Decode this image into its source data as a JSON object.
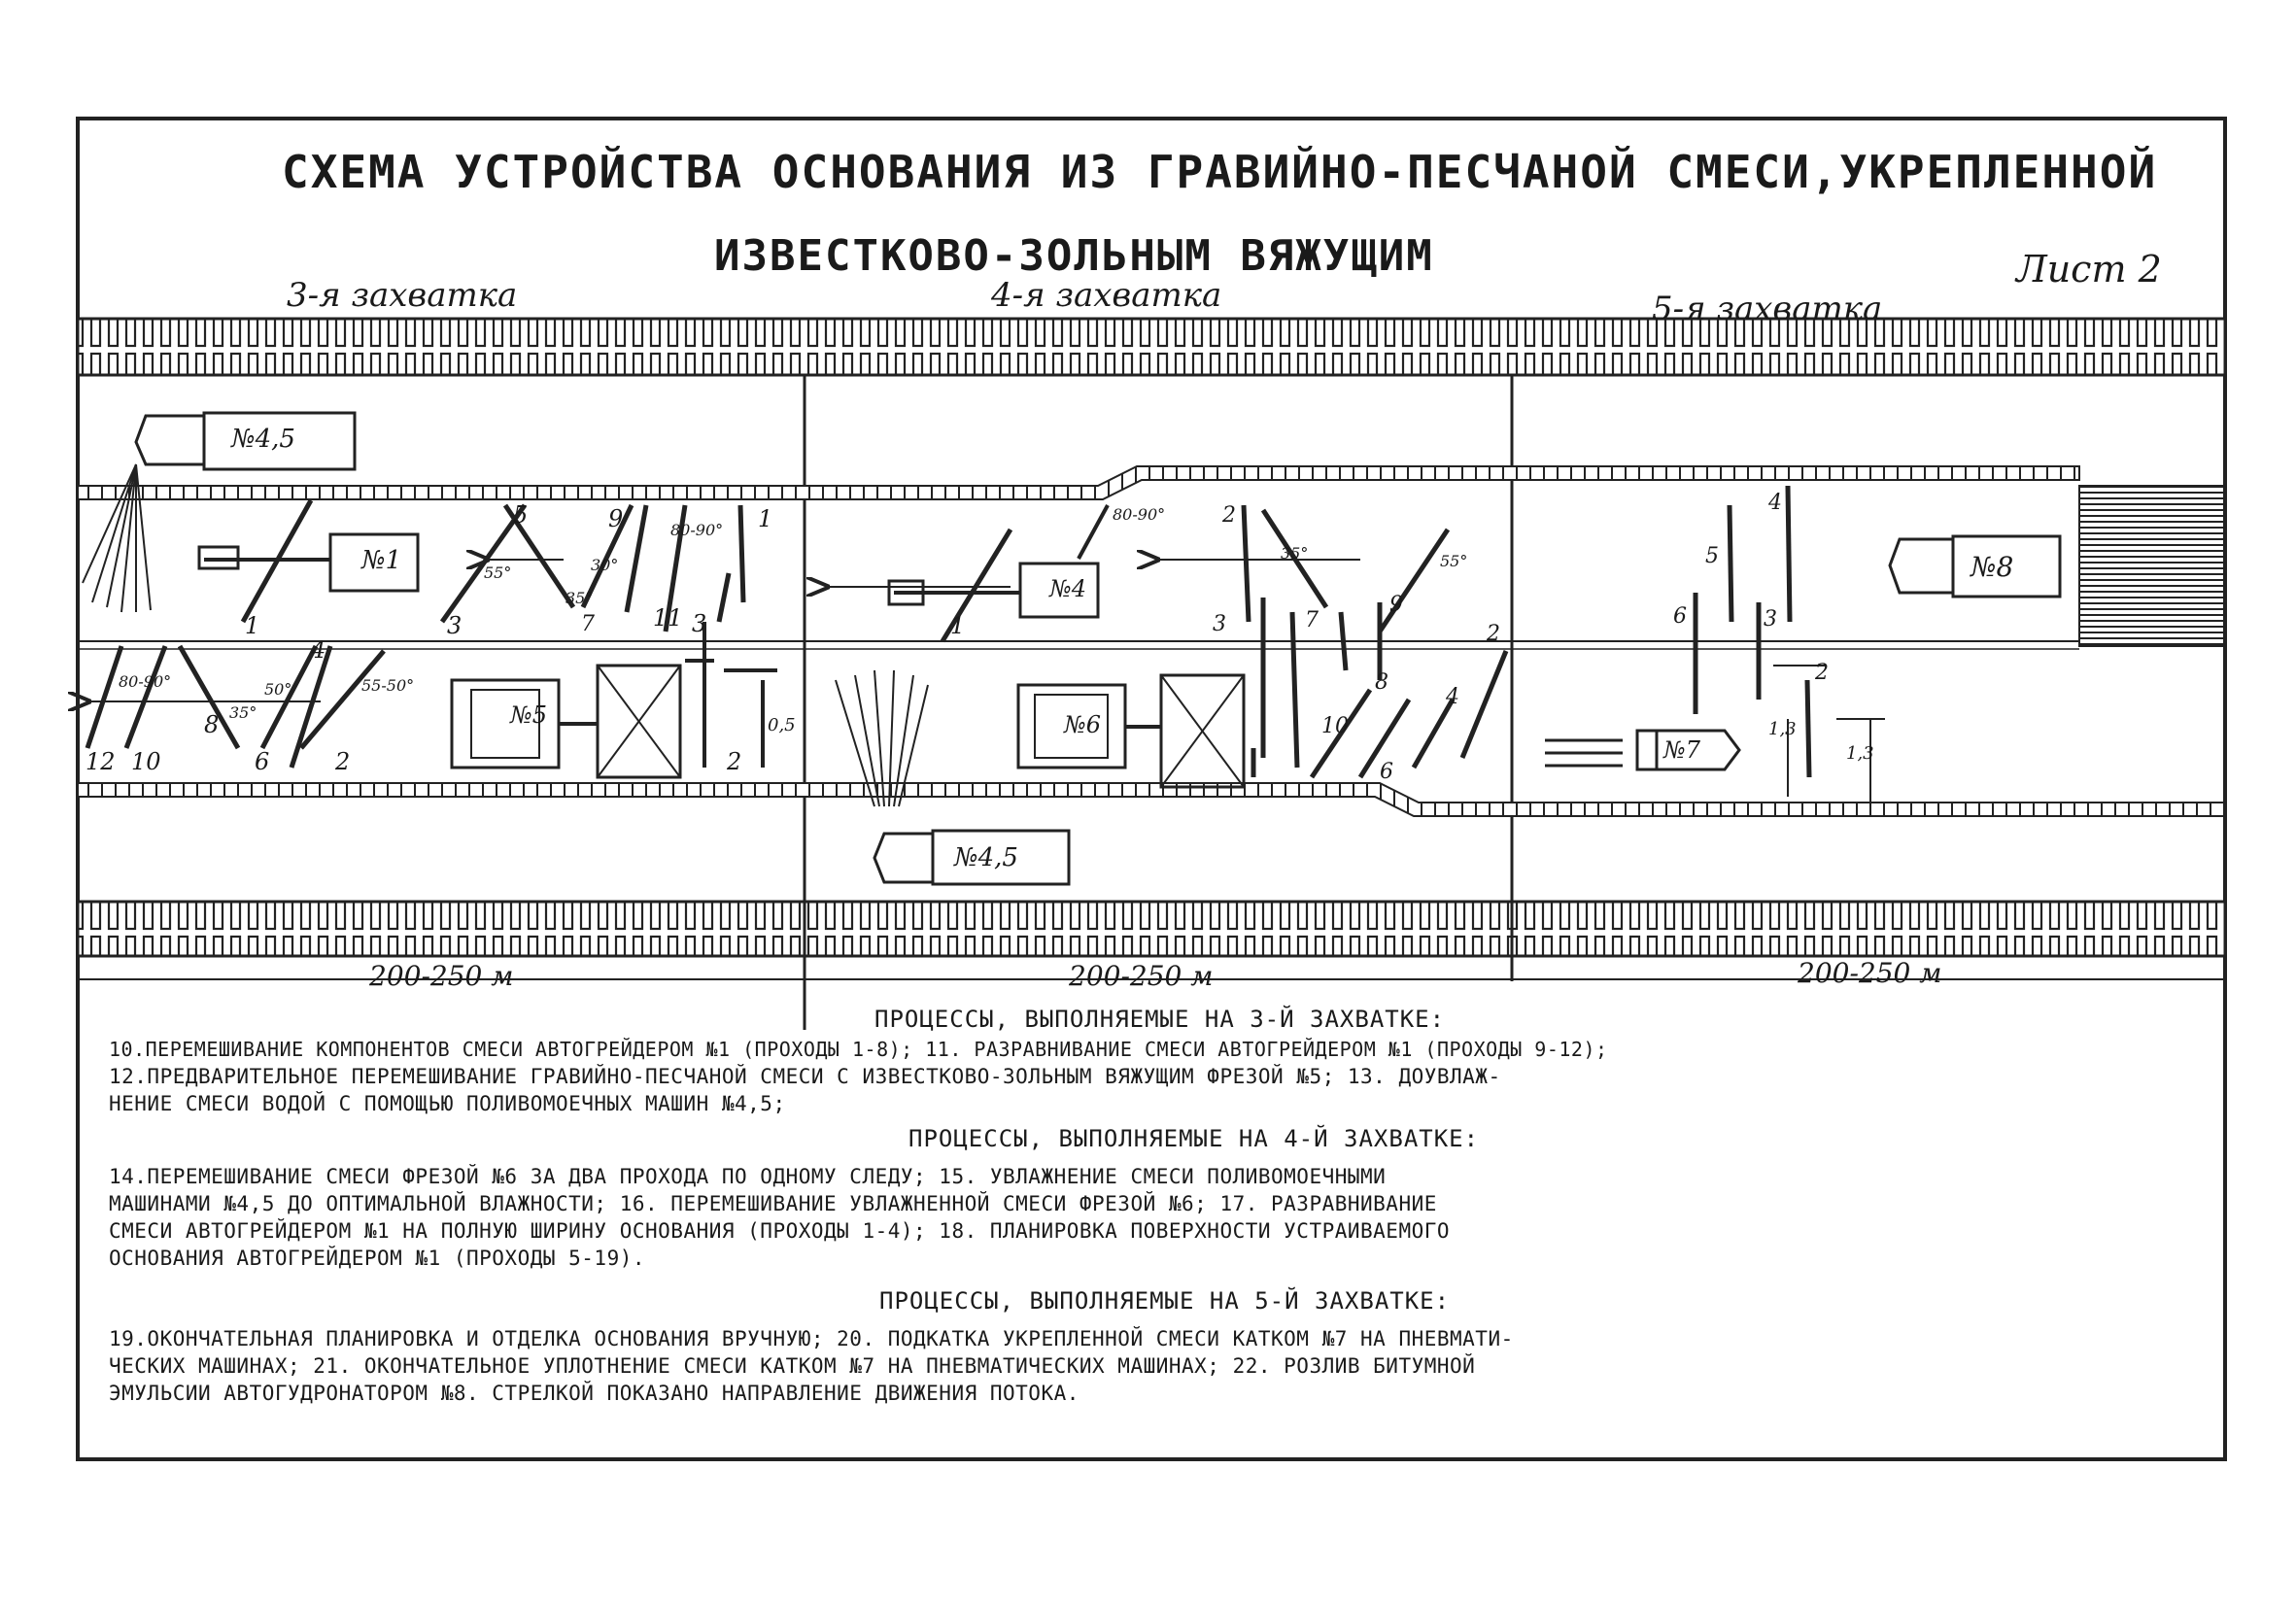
{
  "title": {
    "line1": "СХЕМА УСТРОЙСТВА ОСНОВАНИЯ ИЗ ГРАВИЙНО-ПЕСЧАНОЙ СМЕСИ,УКРЕПЛЕННОЙ",
    "line2": "ИЗВЕСТКОВО-ЗОЛЬНЫМ ВЯЖУЩИМ"
  },
  "sheet_label": "Лист 2",
  "sections": [
    {
      "label": "3-я захватка",
      "length": "200-250 м"
    },
    {
      "label": "4-я захватка",
      "length": "200-250 м"
    },
    {
      "label": "5-я захватка",
      "length": "200-250 м"
    }
  ],
  "machines": {
    "m45_top": "№4,5",
    "m1": "№1",
    "m5": "№5",
    "m4": "№4",
    "m6": "№6",
    "m45_bottom": "№4,5",
    "m8": "№8",
    "m7": "№7"
  },
  "labels": {
    "n1": "1",
    "n2": "2",
    "n3": "3",
    "n4": "4",
    "n5": "5",
    "n6": "6",
    "n7": "7",
    "n8": "8",
    "n9": "9",
    "n10": "10",
    "n11": "11",
    "n12": "12",
    "a1": "80-90°",
    "a2": "55°",
    "a3": "35°",
    "a4": "30°",
    "a5": "55-50°",
    "a6": "50°",
    "a7": "35°",
    "a8": "80-90°",
    "a9": "55°",
    "a10": "35°",
    "d1": "0,5",
    "d2": "1,3"
  },
  "processes": [
    {
      "header": "ПРОЦЕССЫ, ВЫПОЛНЯЕМЫЕ НА 3-Й ЗАХВАТКЕ:",
      "lines": [
        "10.ПЕРЕМЕШИВАНИЕ КОМПОНЕНТОВ СМЕСИ АВТОГРЕЙДЕРОМ №1 (ПРОХОДЫ 1-8); 11. РАЗРАВНИВАНИЕ СМЕСИ АВТОГРЕЙДЕРОМ №1 (ПРОХОДЫ 9-12);",
        "12.ПРЕДВАРИТЕЛЬНОЕ ПЕРЕМЕШИВАНИЕ ГРАВИЙНО-ПЕСЧАНОЙ СМЕСИ С ИЗВЕСТКОВО-ЗОЛЬНЫМ ВЯЖУЩИМ ФРЕЗОЙ №5; 13. ДОУВЛАЖ-",
        "НЕНИЕ СМЕСИ ВОДОЙ С ПОМОЩЬЮ ПОЛИВОМОЕЧНЫХ МАШИН №4,5;"
      ]
    },
    {
      "header": "ПРОЦЕССЫ, ВЫПОЛНЯЕМЫЕ НА 4-Й ЗАХВАТКЕ:",
      "lines": [
        "14.ПЕРЕМЕШИВАНИЕ СМЕСИ ФРЕЗОЙ №6 ЗА ДВА ПРОХОДА ПО ОДНОМУ СЛЕДУ; 15. УВЛАЖНЕНИЕ СМЕСИ ПОЛИВОМОЕЧНЫМИ",
        "МАШИНАМИ №4,5 ДО ОПТИМАЛЬНОЙ ВЛАЖНОСТИ; 16. ПЕРЕМЕШИВАНИЕ УВЛАЖНЕННОЙ СМЕСИ ФРЕЗОЙ №6; 17. РАЗРАВНИВАНИЕ",
        "СМЕСИ АВТОГРЕЙДЕРОМ №1 НА ПОЛНУЮ ШИРИНУ ОСНОВАНИЯ (ПРОХОДЫ 1-4); 18. ПЛАНИРОВКА ПОВЕРХНОСТИ УСТРАИВАЕМОГО",
        "ОСНОВАНИЯ АВТОГРЕЙДЕРОМ №1 (ПРОХОДЫ 5-19)."
      ]
    },
    {
      "header": "ПРОЦЕССЫ, ВЫПОЛНЯЕМЫЕ НА 5-Й ЗАХВАТКЕ:",
      "lines": [
        "19.ОКОНЧАТЕЛЬНАЯ ПЛАНИРОВКА И ОТДЕЛКА ОСНОВАНИЯ ВРУЧНУЮ; 20. ПОДКАТКА УКРЕПЛЕННОЙ СМЕСИ КАТКОМ №7 НА ПНЕВМАТИ-",
        "ЧЕСКИХ МАШИНАХ; 21. ОКОНЧАТЕЛЬНОЕ УПЛОТНЕНИЕ СМЕСИ КАТКОМ №7 НА ПНЕВМАТИЧЕСКИХ МАШИНАХ; 22. РОЗЛИВ БИТУМНОЙ",
        "ЭМУЛЬСИИ АВТОГУДРОНАТОРОМ №8. СТРЕЛКОЙ ПОКАЗАНО НАПРАВЛЕНИЕ ДВИЖЕНИЯ ПОТОКА."
      ]
    }
  ]
}
